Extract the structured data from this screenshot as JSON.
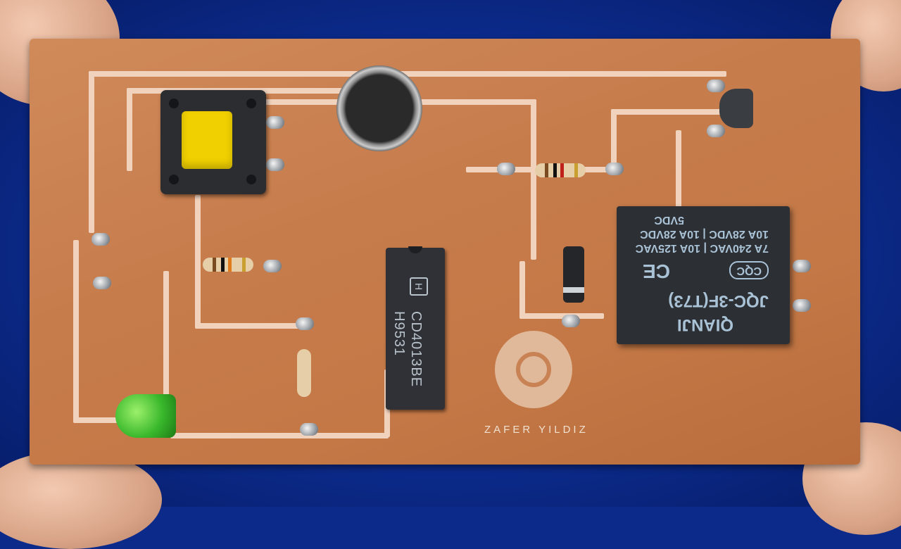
{
  "scene": {
    "description": "Hand-made PCB with clap/touch switch circuit held between fingers on blue background",
    "background_color": "#0b2a8a",
    "board_color": "#c77c4c",
    "trace_color": "#f0d2bd"
  },
  "ic": {
    "logo": "H",
    "part_number": "CD4013BE",
    "date_code": "H9531"
  },
  "relay": {
    "line1": "5VDC",
    "line2": "10A 28VDC | 10A 28VDC",
    "line3": "7A 240VAC | 10A 125VAC",
    "cert1": "CE",
    "cert2": "CQC",
    "model": "JQC-3F(T73)",
    "brand": "QIANJI"
  },
  "signature": "ZAFER YILDIZ"
}
